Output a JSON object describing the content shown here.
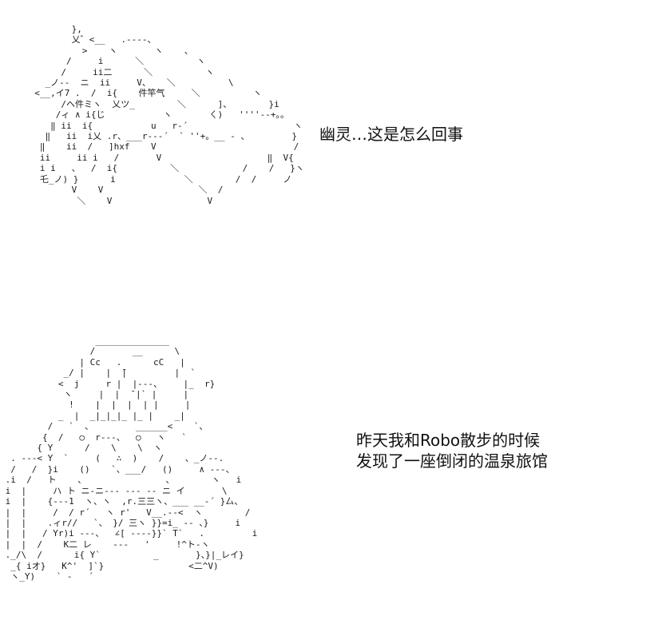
{
  "panel_1": {
    "art": "         },\n         乂゛<__   .----、\n           >    ヽ       ヽ    、\n        /     i      ＼          ヽ\n       /     ii二      ＼          ヽ\n    _ノ--  ニ  ii     V、   ＼          \\\n  <__,イ7 .  /  i{    件竿气     ＼          ヽ\n       /ヘ件ミヽ  乂ツ_        ＼      ]、       }i\n      /ィ ∧ i{じ           ヽ       ㄑ)   ''''--+。。\n     ‖ ii  i{           u   r-´                    ヽ\n    ‖   ii  i乂 .r、___r---´  ` ''+。__ - 、        }\n   ‖    ii  /   ]hxf    V                          /\n   ii     ii i   /       V                    ‖  V{\n   i i   、  /  i{          ＼            /    /   }ヽ\n   乇_ノ) }      i             ＼        /  /     ノ\n         V    V                  ＼  /\n          ＼    V                  V",
    "caption": "幽灵…这是怎么回事"
  },
  "panel_2": {
    "art": "                  ______________\n                 /       __      \\\n               | Cc   .      cC   |\n            _/ |    |  ̄|         |  `\n           <  j     r |  |---、    |_  r}\n            ヽ     |  |  ̄ |` |     |\n             !    |  |  |  | |     |\n           _  |  _|_|_|_ |_ |    _|\n         /   `  、        ______<    `、\n        {  /   ○  r---、  ○   ヽ   `\n       { Y      /    \\    \\  ヽ\n  . ---< Y  `     (   ∴  )    /    、_ノ--.\n  /   /  }i    ()    `、___/   ()     ∧ ---、\n .i  /   ト    、               、       ヽ   i\n i  |     ハ ト ニ-ニ--- --- -- ニ イ       \\\n i  |    {---1  ヽ、ヽ  ,r.三三ヽ、___ __-´ }厶、\n |  |     /  / r´   ヽ r'   V__.--<  ヽ        /\n |  |    .ィr//   `、 }/ 三ヽ }}=i_ -- 、}     i\n |  |   / Yr)i ---、  ∠[ ----}}` T`   .         i\n |  |  /    K二 レ    ---   '     !^ト-ヽ\n ._/\\  /      i{ Y`          _       }、}|_レイ}\n  _{ iオ}   K^'  ]`}                <二^V)\n  ヽ_Y)    ` -   ´",
    "caption_lines": [
      "昨天我和Robo散步的时候",
      "发现了一座倒闭的温泉旅馆"
    ]
  }
}
